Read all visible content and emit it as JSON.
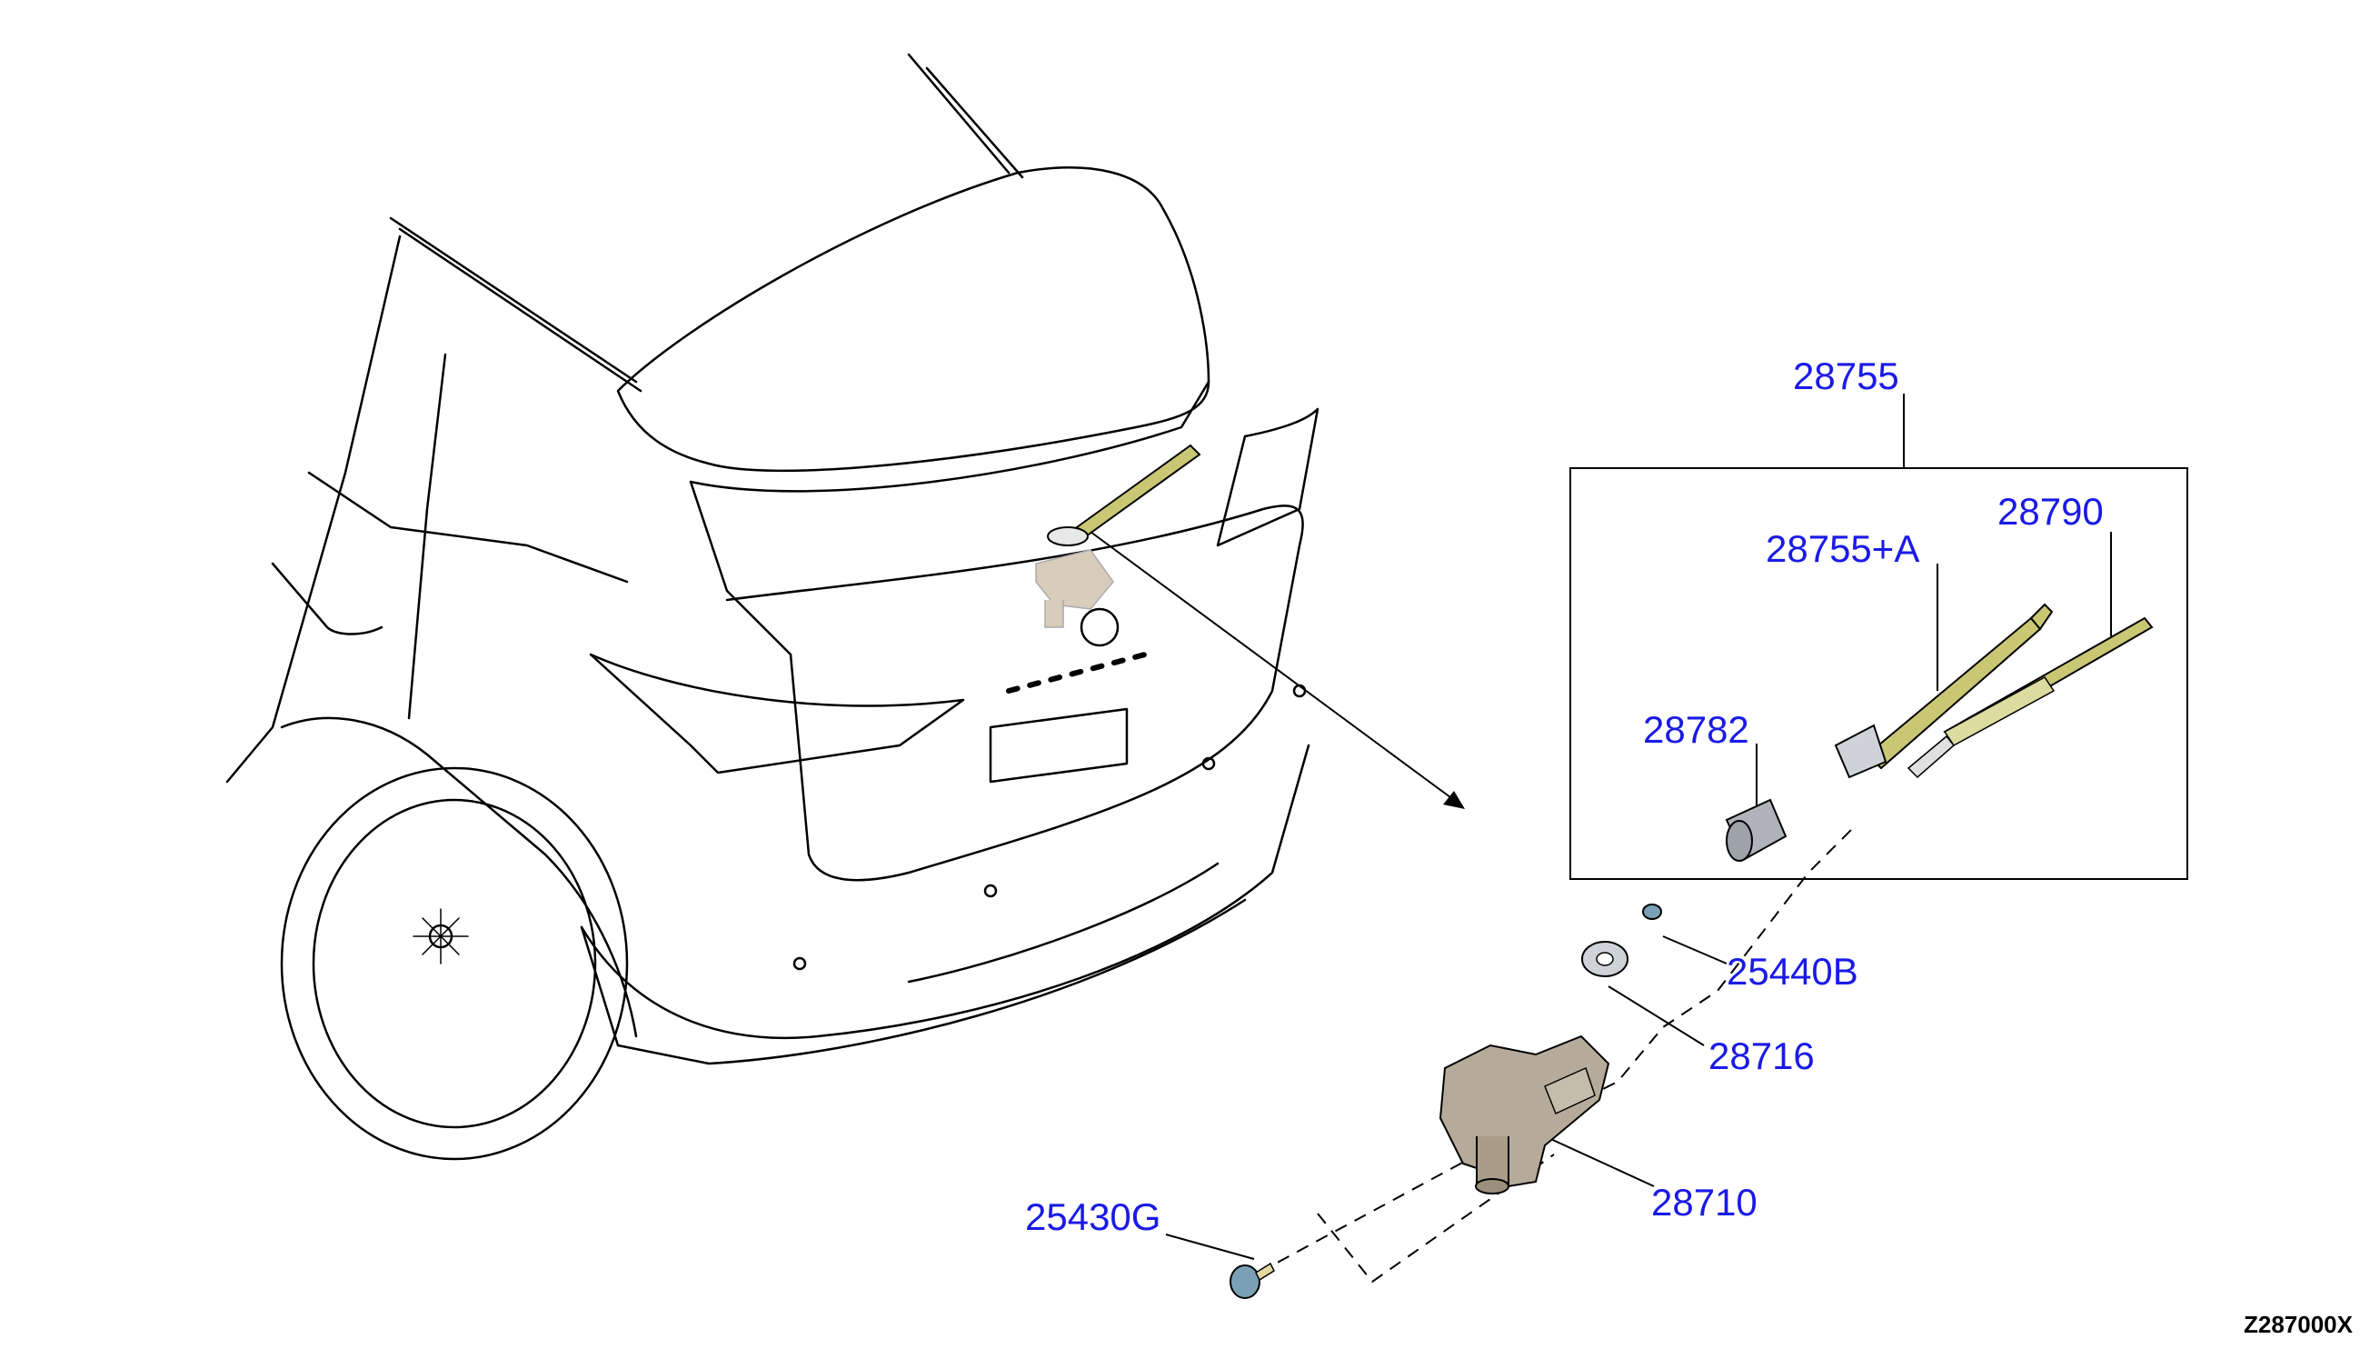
{
  "diagram_code": "Z287000X",
  "callouts": {
    "p28755": "28755",
    "p28755a": "28755+A",
    "p28790": "28790",
    "p28782": "28782",
    "p25440b": "25440B",
    "p28716": "28716",
    "p28710": "28710",
    "p25430g": "25430G"
  },
  "colors": {
    "callout_text": "#1a1ae6",
    "wiper_arm": "#c9c774",
    "motor": "#b6ab9a",
    "washer": "#cfd3d8",
    "nut": "#7aa0b5",
    "cap": "#b0b4ba",
    "line": "#000000"
  },
  "icons": {
    "vehicle": "suv-rear-outline",
    "wiper-arm": "wiper-arm",
    "wiper-blade": "wiper-blade",
    "motor": "wiper-motor",
    "nut": "nut",
    "washer": "seal-washer",
    "cap": "pivot-cap",
    "grommet": "grommet"
  }
}
